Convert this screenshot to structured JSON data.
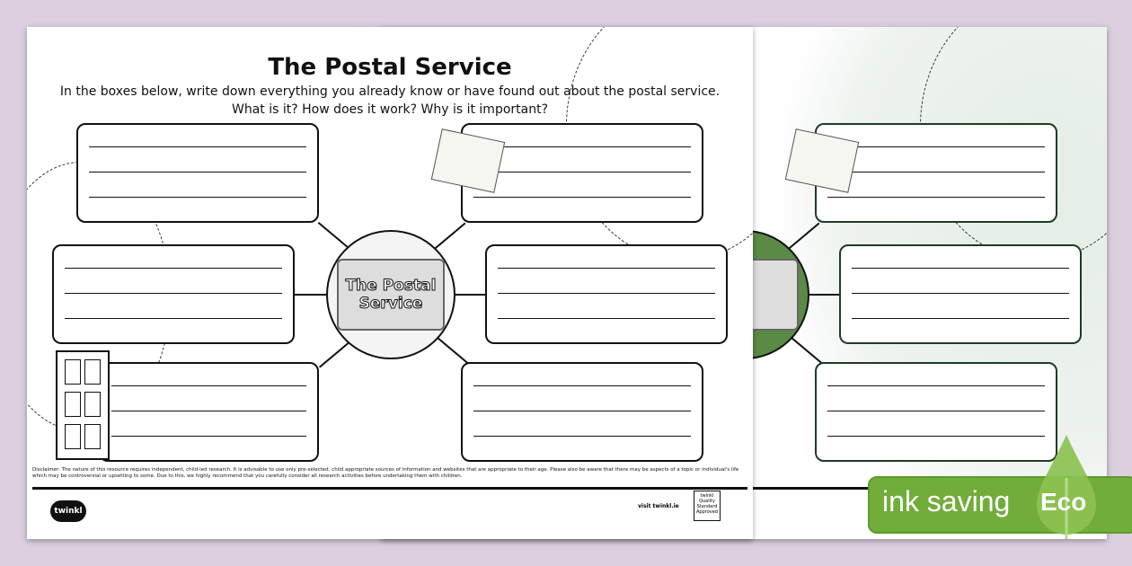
{
  "worksheet": {
    "title": "The Postal Service",
    "intro_line1": "In the boxes below, write down everything you already know or have found out about the postal service.",
    "intro_line2": "What is it? How does it work? Why is it important?",
    "hub_label_line1": "The Postal",
    "hub_label_line2": "Service",
    "disclaimer": "Disclaimer: The nature of this resource requires independent, child-led research. It is advisable to use only pre-selected, child appropriate sources of information and websites that are appropriate to their age. Please also be aware that there may be aspects of a topic or individual's life which may be controversial or upsetting to some. Due to this, we highly recommend that you carefully consider all research activities before undertaking them with children.",
    "footer_logo": "twinkl",
    "footer_link": "visit twinkl.ie",
    "badge": "twinkl Quality Standard Approved"
  },
  "eco_banner": {
    "label": "ink saving",
    "badge": "Eco",
    "color": "#72ad3c"
  },
  "colors": {
    "background": "#dccfe0",
    "accent_green": "#72ad3c"
  }
}
